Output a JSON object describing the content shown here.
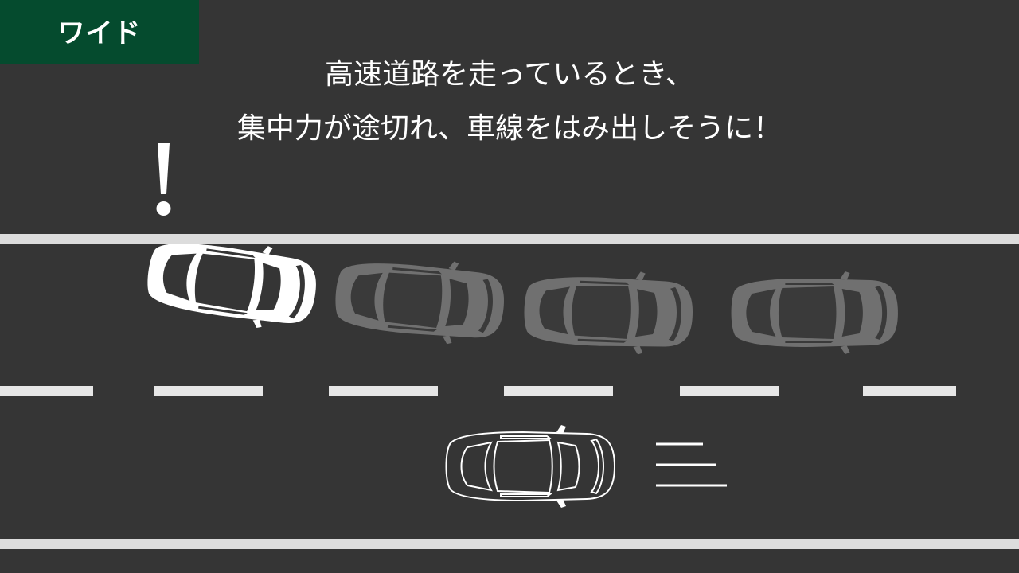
{
  "badge": {
    "label": "ワイド"
  },
  "caption": {
    "line1": "高速道路を走っているとき、",
    "line2": "集中力が途切れ、車線をはみ出しそうに！"
  },
  "warning": {
    "mark": "!"
  },
  "colors": {
    "road": "#353535",
    "badge_bg": "#054b2e",
    "lane_line": "#dcdcdc",
    "ghost_car": "#707070",
    "main_car": "#ffffff"
  },
  "icons": {
    "drifting_car": "car-topview-filled",
    "trailing_cars": "car-topview-ghost",
    "other_car": "car-topview-outline",
    "speed_lines": "speed-lines"
  }
}
